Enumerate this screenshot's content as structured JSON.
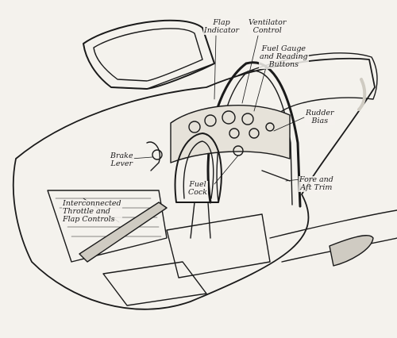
{
  "labels": {
    "flap_indicator": [
      "Flap",
      "Indicator"
    ],
    "ventilator_control": [
      "Ventilator",
      "Control"
    ],
    "fuel_gauge": [
      "Fuel Gauge",
      "and Reading",
      "Buttons"
    ],
    "rudder_bias": [
      "Rudder",
      "Bias"
    ],
    "brake_lever": [
      "Brake",
      "Lever"
    ],
    "fuel_cock": [
      "Fuel",
      "Cock"
    ],
    "fore_aft_trim": [
      "Fore and",
      "Aft Trim"
    ],
    "throttle_flap": [
      "Interconnected",
      "Throttle and",
      "Flap Controls"
    ]
  },
  "colors": {
    "ink": "#1a1a1a",
    "paper": "#f4f2ed",
    "shade": "#cfcbc2"
  }
}
